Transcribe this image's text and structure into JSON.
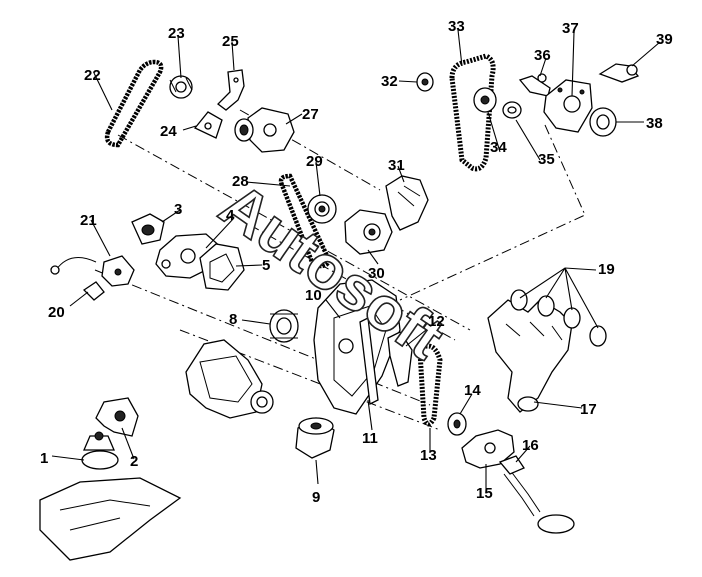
{
  "watermark": "Autosoft",
  "callouts": [
    "1",
    "2",
    "3",
    "4",
    "5",
    "8",
    "9",
    "10",
    "11",
    "12",
    "13",
    "14",
    "15",
    "16",
    "17",
    "19",
    "20",
    "21",
    "22",
    "23",
    "24",
    "25",
    "27",
    "28",
    "29",
    "30",
    "31",
    "32",
    "33",
    "34",
    "35",
    "36",
    "37",
    "38",
    "39"
  ]
}
